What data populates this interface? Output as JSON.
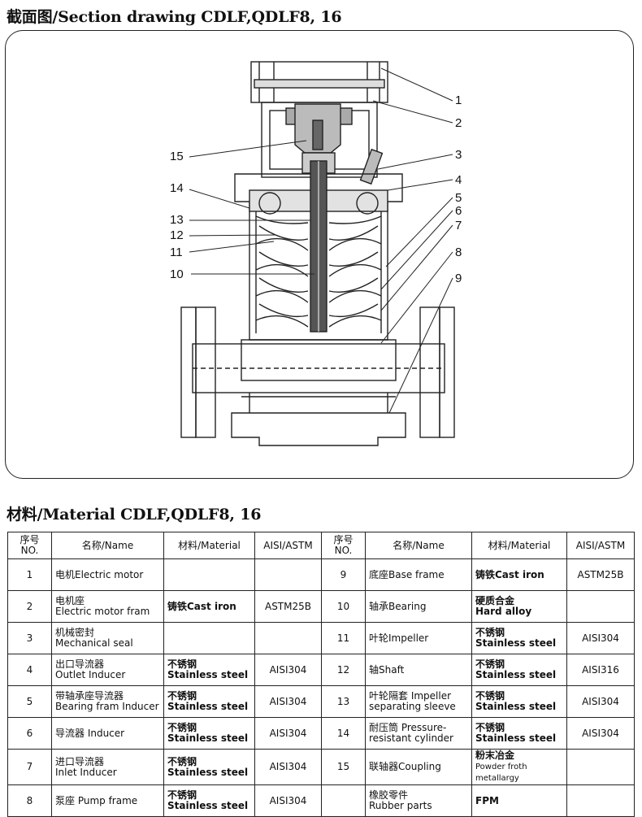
{
  "section_heading": "截面图/Section drawing CDLF,QDLF8, 16",
  "material_heading": "材料/Material CDLF,QDLF8, 16",
  "callouts": [
    "1",
    "2",
    "3",
    "4",
    "5",
    "6",
    "7",
    "8",
    "9",
    "10",
    "11",
    "12",
    "13",
    "14",
    "15"
  ],
  "table": {
    "headers": [
      "序号NO.",
      "名称/Name",
      "材料/Material",
      "AISI/ASTM",
      "序号NO.",
      "名称/Name",
      "材料/Material",
      "AISI/ASTM"
    ],
    "rows": [
      {
        "l_no": "1",
        "l_name": "电机Electric motor",
        "l_mat": "",
        "l_aisi": "",
        "r_no": "9",
        "r_name": "底座Base frame",
        "r_mat": "铸铁Cast iron",
        "r_aisi": "ASTM25B"
      },
      {
        "l_no": "2",
        "l_name": "电机座\nElectric motor fram",
        "l_mat": "铸铁Cast iron",
        "l_aisi": "ASTM25B",
        "r_no": "10",
        "r_name": "轴承Bearing",
        "r_mat": "硬质合金\nHard alloy",
        "r_aisi": ""
      },
      {
        "l_no": "3",
        "l_name": "机械密封\nMechanical seal",
        "l_mat": "",
        "l_aisi": "",
        "r_no": "11",
        "r_name": "叶轮Impeller",
        "r_mat": "不锈钢\nStainless steel",
        "r_aisi": "AISI304"
      },
      {
        "l_no": "4",
        "l_name": "出口导流器\nOutlet Inducer",
        "l_mat": "不锈钢\nStainless steel",
        "l_aisi": "AISI304",
        "r_no": "12",
        "r_name": "轴Shaft",
        "r_mat": "不锈钢\nStainless steel",
        "r_aisi": "AISI316"
      },
      {
        "l_no": "5",
        "l_name": "带轴承座导流器\nBearing fram Inducer",
        "l_mat": "不锈钢\nStainless steel",
        "l_aisi": "AISI304",
        "r_no": "13",
        "r_name": "叶轮隔套 Impeller\nseparating sleeve",
        "r_mat": "不锈钢\nStainless steel",
        "r_aisi": "AISI304"
      },
      {
        "l_no": "6",
        "l_name": "导流器 Inducer",
        "l_mat": "不锈钢\nStainless steel",
        "l_aisi": "AISI304",
        "r_no": "14",
        "r_name": "耐压筒 Pressure-\nresistant cylinder",
        "r_mat": "不锈钢\nStainless steel",
        "r_aisi": "AISI304"
      },
      {
        "l_no": "7",
        "l_name": "进口导流器\nInlet Inducer",
        "l_mat": "不锈钢\nStainless steel",
        "l_aisi": "AISI304",
        "r_no": "15",
        "r_name": "联轴器Coupling",
        "r_mat": "粉末冶金\nPowder froth metallargy",
        "r_aisi": ""
      },
      {
        "l_no": "8",
        "l_name": "泵座 Pump frame",
        "l_mat": "不锈钢\nStainless steel",
        "l_aisi": "AISI304",
        "r_no": "",
        "r_name": "橡胶零件\nRubber parts",
        "r_mat": "FPM",
        "r_aisi": ""
      }
    ]
  }
}
